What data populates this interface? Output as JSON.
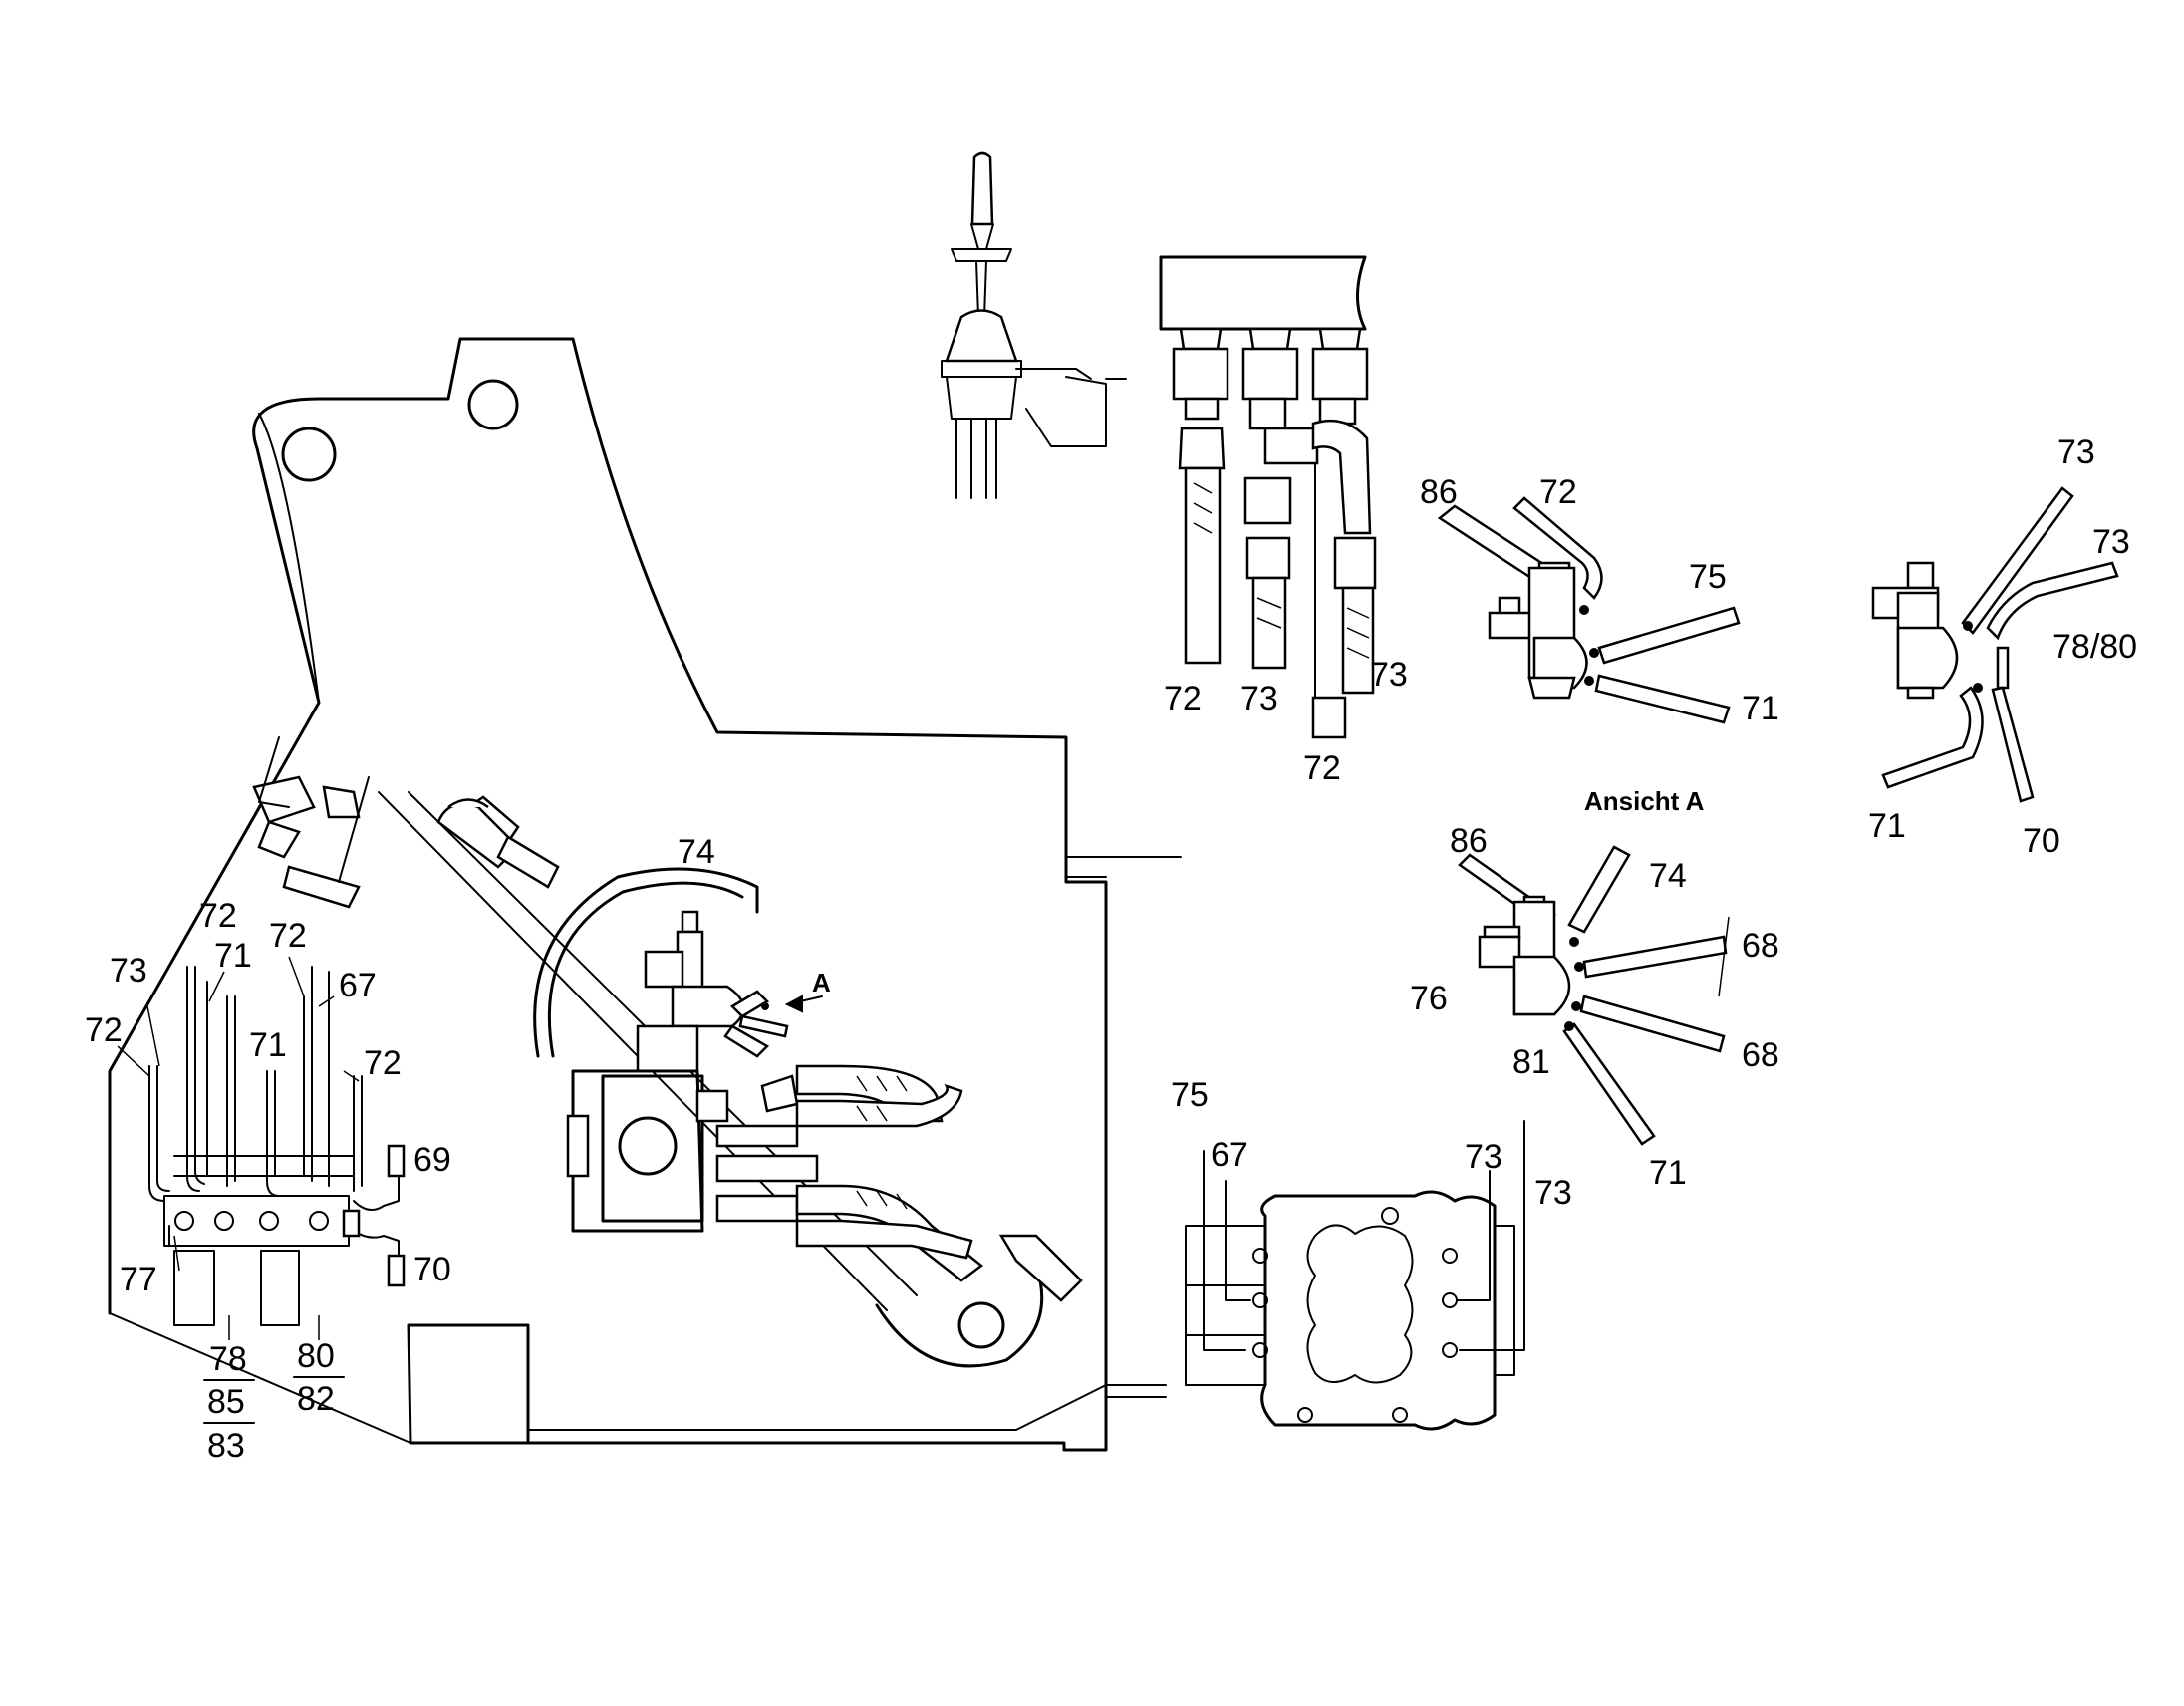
{
  "view_title": "Ansicht A",
  "direction_marker": "A",
  "labels": {
    "main_74": "74",
    "left_73": "73",
    "left_72a": "72",
    "left_71a": "71",
    "left_72b": "72",
    "left_67": "67",
    "left_72c": "72",
    "left_71b": "71",
    "left_72d": "72",
    "left_69": "69",
    "left_70": "70",
    "left_77": "77",
    "left_78": "78",
    "left_85": "85",
    "left_83": "83",
    "left_80": "80",
    "left_82": "82",
    "fit_72a": "72",
    "fit_73a": "73",
    "fit_73b": "73",
    "fit_72b": "72",
    "v1_86": "86",
    "v1_72": "72",
    "v1_75": "75",
    "v1_71": "71",
    "v2_73a": "73",
    "v2_73b": "73",
    "v2_7880": "78/80",
    "v2_71": "71",
    "v2_70": "70",
    "va_86": "86",
    "va_74": "74",
    "va_68a": "68",
    "va_76": "76",
    "va_81": "81",
    "va_68b": "68",
    "va_71": "71",
    "blk_75": "75",
    "blk_67": "67",
    "blk_73a": "73",
    "blk_73b": "73"
  }
}
